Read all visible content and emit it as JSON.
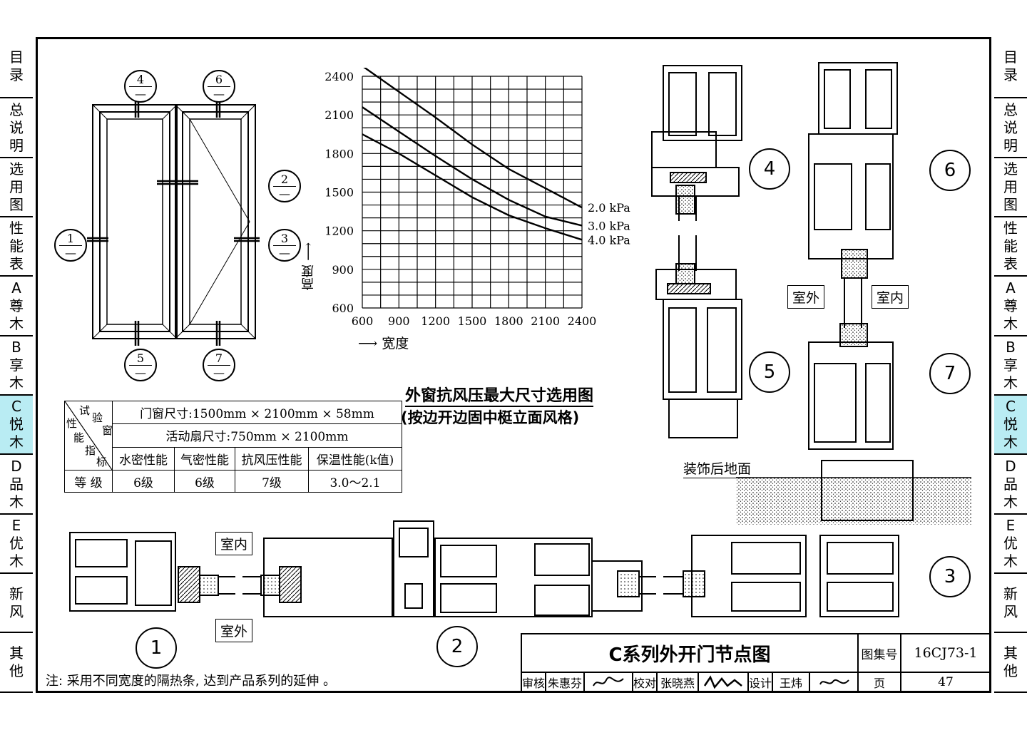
{
  "sidebar": {
    "tabs": [
      {
        "chars": [
          "目",
          "录"
        ]
      },
      {
        "chars": [
          "总",
          "说",
          "明"
        ]
      },
      {
        "chars": [
          "选",
          "用",
          "图"
        ]
      },
      {
        "chars": [
          "性",
          "能",
          "表"
        ]
      },
      {
        "chars": [
          "A",
          "尊",
          "木"
        ]
      },
      {
        "chars": [
          "B",
          "享",
          "木"
        ]
      },
      {
        "chars": [
          "C",
          "悦",
          "木"
        ],
        "active": true
      },
      {
        "chars": [
          "D",
          "品",
          "木"
        ]
      },
      {
        "chars": [
          "E",
          "优",
          "木"
        ]
      },
      {
        "chars": [
          "新",
          "风"
        ]
      },
      {
        "chars": [
          "其",
          "他"
        ]
      }
    ],
    "active_color": "#b9ecf3"
  },
  "elevation": {
    "markers": [
      {
        "num": "4",
        "den": "—"
      },
      {
        "num": "6",
        "den": "—"
      },
      {
        "num": "2",
        "den": "—"
      },
      {
        "num": "1",
        "den": "—"
      },
      {
        "num": "3",
        "den": "—"
      },
      {
        "num": "5",
        "den": "—"
      },
      {
        "num": "7",
        "den": "—"
      }
    ]
  },
  "chart_data": {
    "type": "line",
    "title": "外窗抗风压最大尺寸选用图",
    "subtitle": "(按边开边固中梃立面风格)",
    "xlabel": "宽度",
    "ylabel": "高度",
    "xlim": [
      600,
      2400
    ],
    "ylim": [
      600,
      2400
    ],
    "x_ticks": [
      "600",
      "900",
      "1200",
      "1500",
      "1800",
      "2100",
      "2400"
    ],
    "y_ticks": [
      "2400",
      "2100",
      "1800",
      "1500",
      "1200",
      "900",
      "600"
    ],
    "grid": true,
    "series": [
      {
        "name": "2.0 kPa",
        "x": [
          600,
          900,
          1200,
          1500,
          1800,
          2100,
          2400
        ],
        "y": [
          2480,
          2280,
          2080,
          1870,
          1680,
          1530,
          1380
        ]
      },
      {
        "name": "3.0 kPa",
        "x": [
          600,
          900,
          1200,
          1500,
          1800,
          2100,
          2400
        ],
        "y": [
          2160,
          1970,
          1780,
          1600,
          1440,
          1310,
          1240
        ]
      },
      {
        "name": "4.0 kPa",
        "x": [
          600,
          900,
          1200,
          1500,
          1800,
          2100,
          2400
        ],
        "y": [
          1950,
          1800,
          1630,
          1460,
          1320,
          1220,
          1130
        ]
      }
    ]
  },
  "perf_table": {
    "corner_words": [
      "试",
      "验",
      "窗",
      "性",
      "能",
      "指",
      "标"
    ],
    "row1": "门窗尺寸:1500mm × 2100mm × 58mm",
    "row2": "活动扇尺寸:750mm × 2100mm",
    "headers": [
      "水密性能",
      "气密性能",
      "抗风压性能",
      "保温性能(k值)"
    ],
    "grade_label": "等 级",
    "grades": [
      "6级",
      "6级",
      "7级",
      "3.0～2.1"
    ]
  },
  "details": {
    "labels": {
      "n4": "4",
      "n5": "5",
      "n6": "6",
      "n7": "7",
      "n3": "3",
      "n1": "1",
      "n2": "2"
    },
    "outdoor": "室外",
    "indoor": "室内",
    "floor": "装饰后地面"
  },
  "note": "注: 采用不同宽度的隔热条, 达到产品系列的延伸 。",
  "titleblock": {
    "title": "C系列外开门节点图",
    "atlas_label": "图集号",
    "atlas_no": "16CJ73-1",
    "review_label": "审核",
    "review_name": "朱惠芬",
    "check_label": "校对",
    "check_name": "张晓燕",
    "design_label": "设计",
    "design_name": "王炜",
    "page_label": "页",
    "page_no": "47"
  }
}
